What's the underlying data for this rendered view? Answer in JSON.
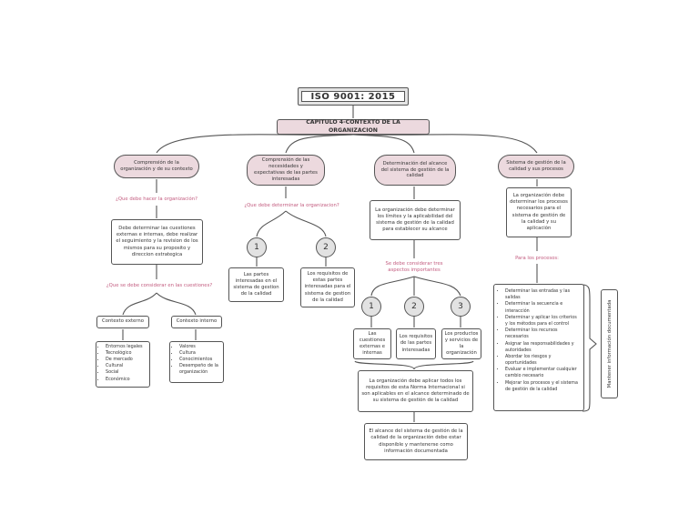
{
  "title": "ISO 9001: 2015",
  "chapter": "CAPITULO 4-CONTEXTO DE LA ORGANIZACION",
  "branch1": {
    "title": "Comprensión de la organización y de su contexto",
    "question1": "¿Que debe hacer la organización?",
    "answer": "Debe determinar las cuestiones externas e internas, debe realizar el seguimiento y la revision de los mismos para su proposito y direccion estrategica",
    "question2": "¿Que se debe considerar en las cuestiones?",
    "external": {
      "label": "Contexto externo",
      "items": [
        "Entornos legales",
        "Tecnológico",
        "De mercado",
        "Cultural",
        "Social",
        "Económico"
      ]
    },
    "internal": {
      "label": "Contexto interno",
      "items": [
        "Valores",
        "Cultura",
        "Conocimientos",
        "Desempeño de la organización"
      ]
    }
  },
  "branch2": {
    "title": "Comprensión de las necesidades y expectativas de las partes interesadas",
    "question": "¿Que debe determinar la organizacion?",
    "c1": "1",
    "c2": "2",
    "item1": "Las partes interesadas en el sistema de gestion de la calidad",
    "item2": "Los requisitos de estas partes interesadas para el sistema de gestion de la calidad"
  },
  "branch3": {
    "title": "Determinación del alcance del sistema de gestión de la calidad",
    "answer": "La organización debe determinar los límites y la aplicabilidad del sistema de gestión de la calidad para establecer su alcance",
    "question": "Se debe considerar tres aspectos importantes",
    "c1": "1",
    "c2": "2",
    "c3": "3",
    "item1": "Las cuestiones externas e internas",
    "item2": "Los requisitos de las partes interesadas",
    "item3": "Los productos y servicios de la organización",
    "apply": "La organización debe aplicar todos los requisitos de esta Norma Internacional si son aplicables en el alcance determinado de su sistema de gestión de la calidad",
    "final": "El alcance del sistema de gestión de la calidad de la organización debe estar disponible y mantenerse como información documentada"
  },
  "branch4": {
    "title": "Sistema de gestión de la calidad y sus procesos",
    "answer": "La organización debe determinar los procesos necesarios para el sistema de gestión de la calidad y su aplicación",
    "question": "Para los procesos:",
    "items": [
      "Determinar las entradas y las salidas",
      "Determinar la secuencia e interacción",
      "Determinar y aplicar los criterios y los métodos para el control",
      "Determinar los recursos necesarios",
      "Asignar las responsabilidades y autoridades",
      "Abordar los riesgos y oportunidades",
      "Evaluar e implementar cualquier cambio necesario",
      "Mejorar los procesos y el sistema de gestión de la calidad"
    ],
    "side": "Mantener información documentada"
  }
}
